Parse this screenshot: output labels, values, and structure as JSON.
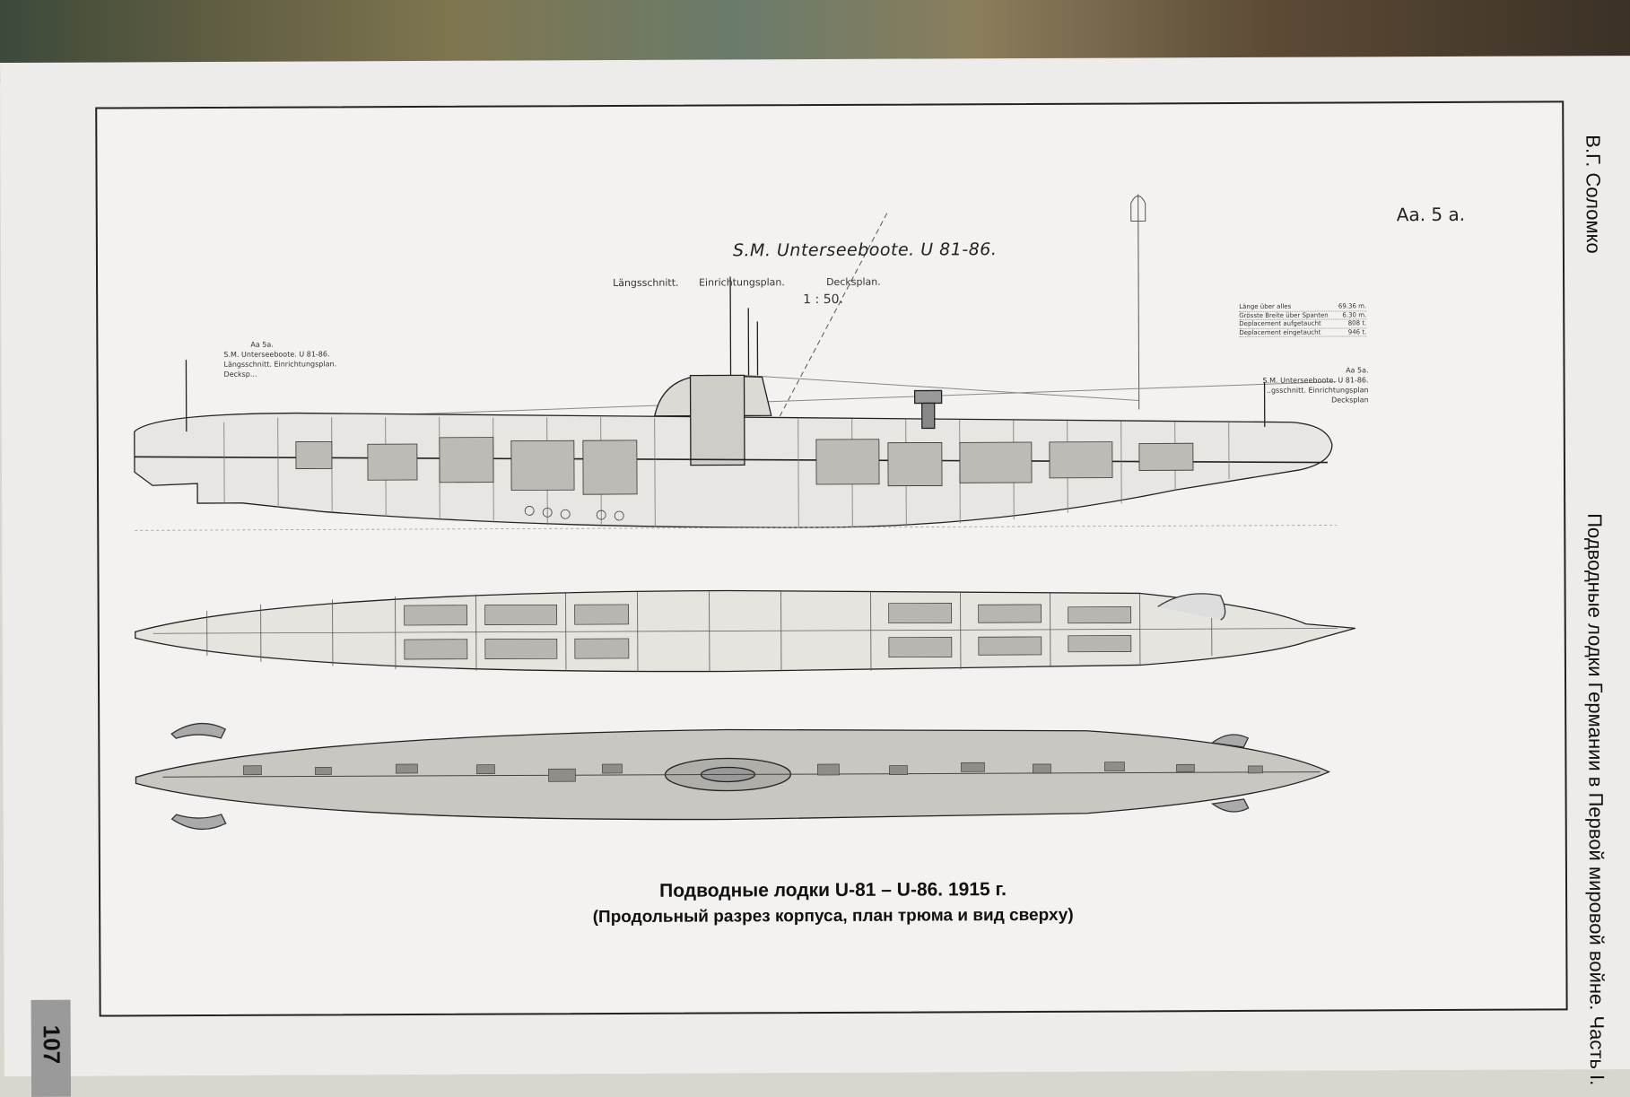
{
  "book": {
    "running_head_author": "В.Г. Соломко",
    "running_head_title": "Подводные лодки Германии в Первой мировой войне. Часть I.",
    "page_number": "107"
  },
  "drawing": {
    "sheet_code": "Aa. 5 a.",
    "title": "S.M. Unterseeboote. U 81-86.",
    "subtitle_left": "Längsschnitt.",
    "subtitle_mid": "Einrichtungsplan.",
    "subtitle_right": "Decksplan.",
    "scale": "1 : 50.",
    "stamp_left_code": "Aa 5a.",
    "stamp_left_name": "S.M. Unterseeboote. U 81-86.",
    "stamp_left_desc": "Längsschnitt. Einrichtungsplan. Decksp...",
    "stamp_right_code": "Aa 5a.",
    "stamp_right_name": "S.M. Unterseeboote. U 81-86.",
    "stamp_right_desc": "..gsschnitt. Einrichtungsplan Decksplan",
    "specs": [
      {
        "label": "Länge über alles",
        "value": "69.36 m."
      },
      {
        "label": "Grösste Breite über Spanten",
        "value": "6.30 m."
      },
      {
        "label": "Deplacement aufgetaucht",
        "value": "808 t."
      },
      {
        "label": "Deplacement eingetaucht",
        "value": "946 t."
      }
    ]
  },
  "caption": {
    "line1": "Подводные лодки U-81 – U-86. 1915 г.",
    "line2": "(Продольный разрез корпуса, план трюма и  вид сверху)"
  }
}
